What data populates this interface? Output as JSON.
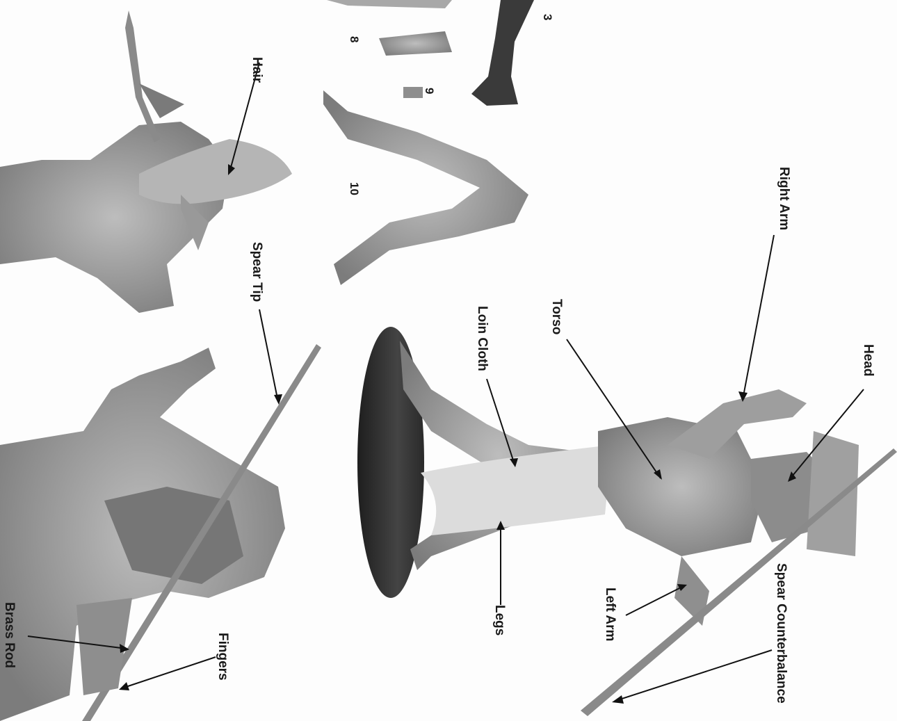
{
  "labels": {
    "right_arm": "Right Arm",
    "head": "Head",
    "torso": "Torso",
    "loin_cloth": "Loin Cloth",
    "legs": "Legs",
    "left_arm": "Left Arm",
    "spear_counterbalance": "Spear Counterbalance",
    "spear_tip": "Spear Tip",
    "hair": "Hair",
    "brass_rod": "Brass Rod",
    "fingers": "Fingers"
  },
  "part_numbers": {
    "p3": "3",
    "p8": "8",
    "p9": "9",
    "p10": "10"
  },
  "colors": {
    "background": "#fdfdfd",
    "model_grey": "#9a9a9a",
    "base_dark": "#2e2e2e",
    "label_text": "#1a1a1a"
  }
}
